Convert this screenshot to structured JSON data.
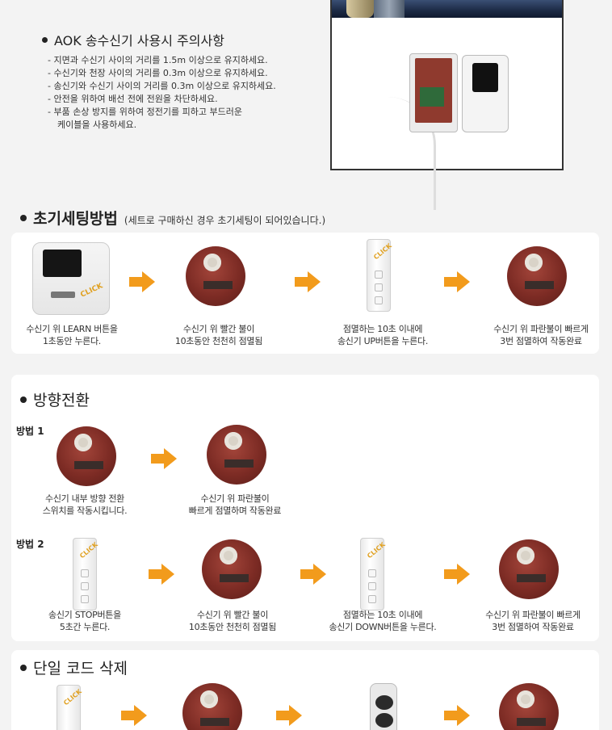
{
  "precautions": {
    "title": "AOK 송수신기 사용시 주의사항",
    "items": [
      "- 지면과 수신기 사이의 거리를 1.5m 이상으로 유지하세요.",
      "- 수신기와 천장 사이의 거리를 0.3m 이상으로 유지하세요.",
      "- 송신기와 수신기 사이의 거리를 0.3m 이상으로 유지하세요.",
      "- 안전을 위하여 배선 전에 전원을 차단하세요.",
      "- 부품 손상 방지를 위하여 정전기를 피하고 부드러운",
      "  케이블을 사용하세요."
    ]
  },
  "initial_setting": {
    "title": "초기세팅방법",
    "subtitle": "(세트로 구매하신 경우 초기세팅이 되어있습니다.)",
    "steps": [
      {
        "line1": "수신기 위 LEARN 버튼을",
        "line2": "1초동안 누른다."
      },
      {
        "line1": "수신기 위 빨간 불이",
        "line2": "10초동안 천천히  점멸됨"
      },
      {
        "line1": "점멸하는 10초 이내에",
        "line2": "송신기 UP버튼을 누른다."
      },
      {
        "line1": "수신기 위 파란불이 빠르게",
        "line2": "3번 점멸하여 작동완료"
      }
    ]
  },
  "direction": {
    "title": "방향전환",
    "method1": {
      "label": "방법 1",
      "steps": [
        {
          "line1": "수신기 내부 방향 전환",
          "line2": "스위치를 작동시킵니다."
        },
        {
          "line1": "수신기 위 파란불이",
          "line2": "빠르게 점멸하며 작동완료"
        }
      ]
    },
    "method2": {
      "label": "방법 2",
      "steps": [
        {
          "line1": "송신기 STOP버튼을",
          "line2": "5초간 누른다."
        },
        {
          "line1": "수신기 위 빨간 불이",
          "line2": "10초동안 천천히 점멸됨"
        },
        {
          "line1": "점멸하는 10초 이내에",
          "line2": "송신기 DOWN버튼을 누른다."
        },
        {
          "line1": "수신기 위 파란불이 빠르게",
          "line2": "3번 점멸하여 작동완료"
        }
      ]
    }
  },
  "delete_code": {
    "title": "단일 코드 삭제"
  },
  "icons": {
    "click_text": "CLICK",
    "arrow_color": "#f29b1c"
  }
}
